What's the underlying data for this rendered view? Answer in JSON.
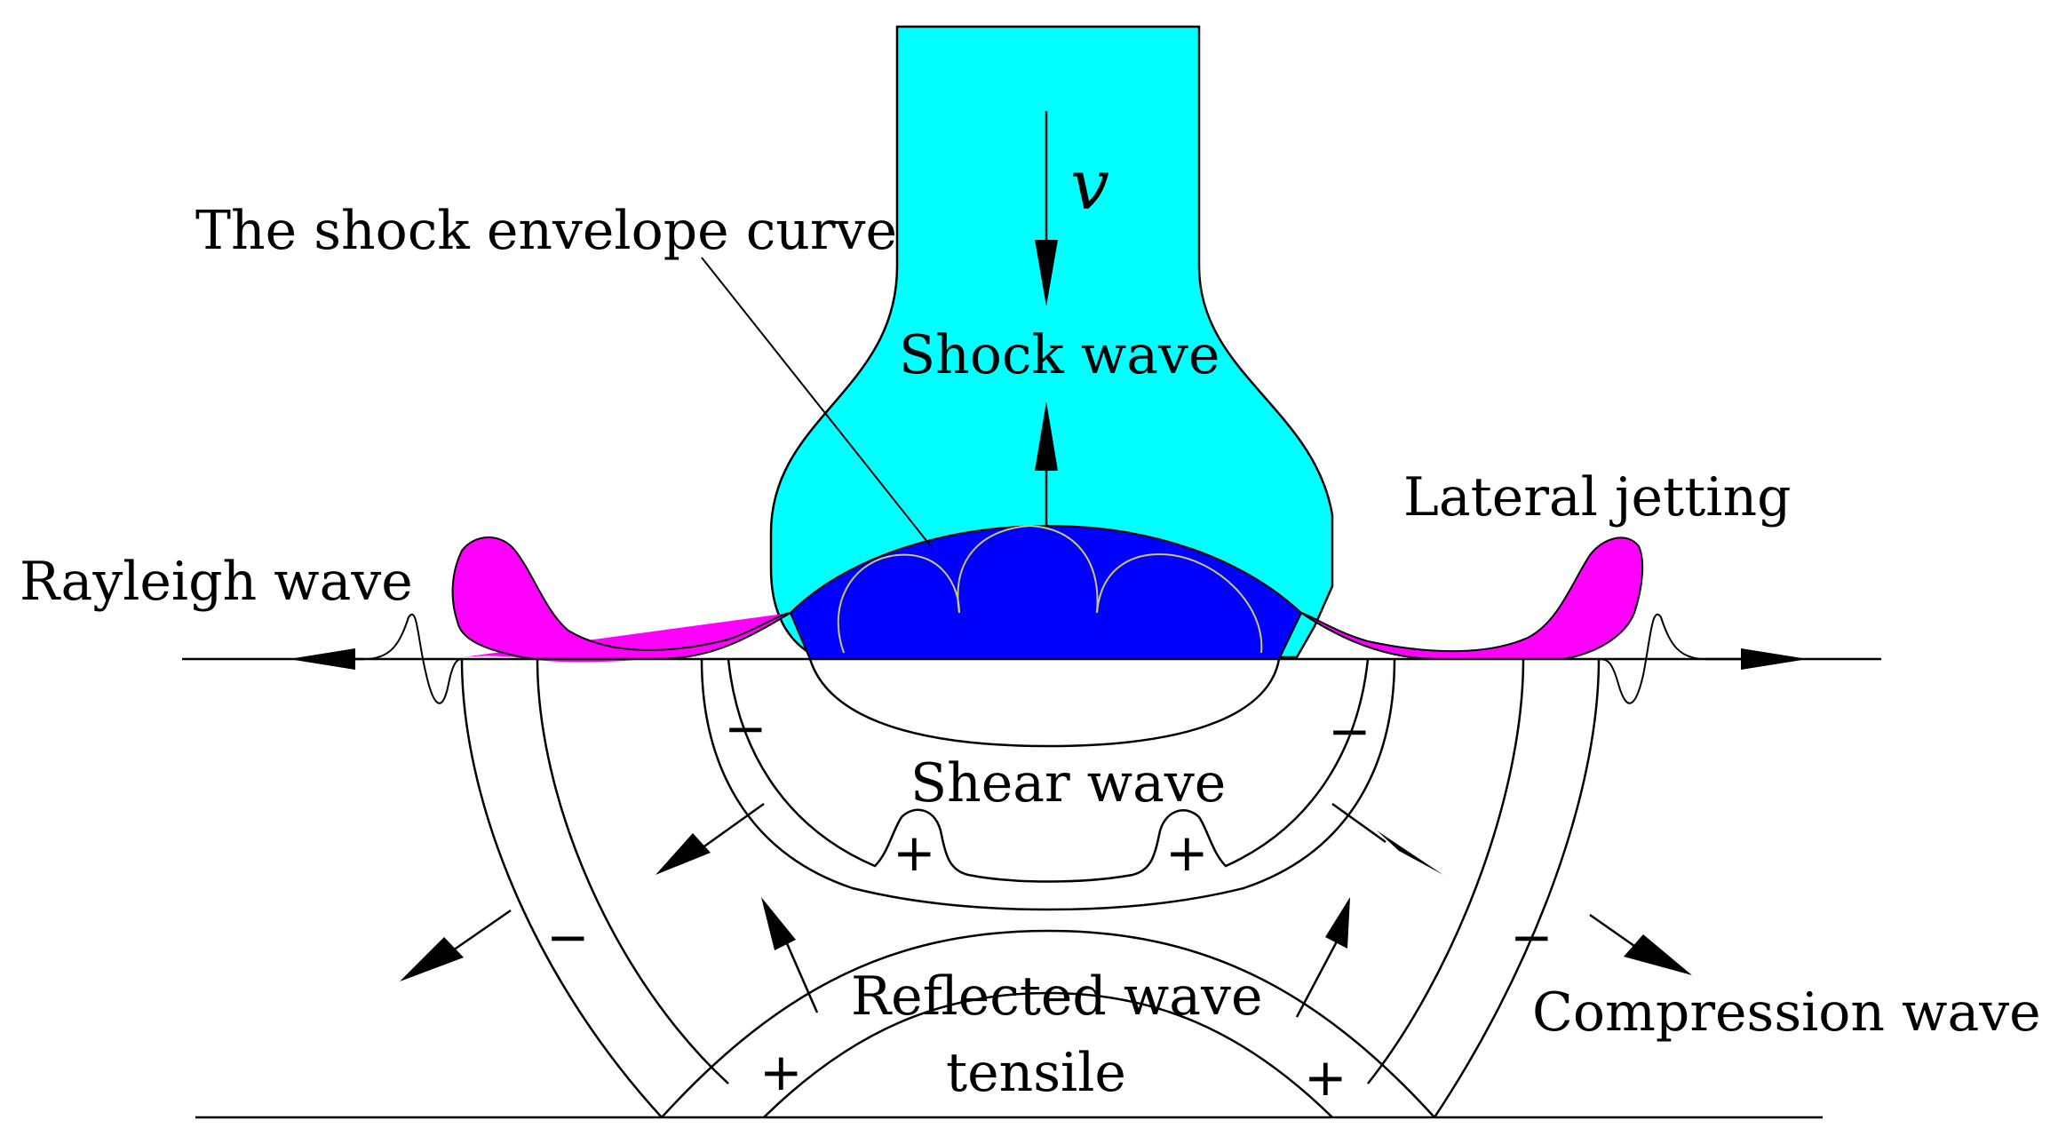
{
  "labels": {
    "velocity": "v",
    "envelope": "The shock envelope curve",
    "shock_wave": "Shock wave",
    "lateral_jetting": "Lateral jetting",
    "rayleigh_wave": "Rayleigh wave",
    "shear_wave": "Shear wave",
    "reflected_wave": "Reflected wave",
    "tensile": "tensile",
    "compression_wave": "Compression wave"
  },
  "signs": {
    "minus": "−",
    "plus": "+"
  },
  "colors": {
    "particle": "#00FFFF",
    "jetting": "#FF00FF",
    "shock_zone": "#0000FF",
    "envelope_wavelets": "#C8C878",
    "lines": "#000000",
    "background": "#FFFFFF"
  }
}
